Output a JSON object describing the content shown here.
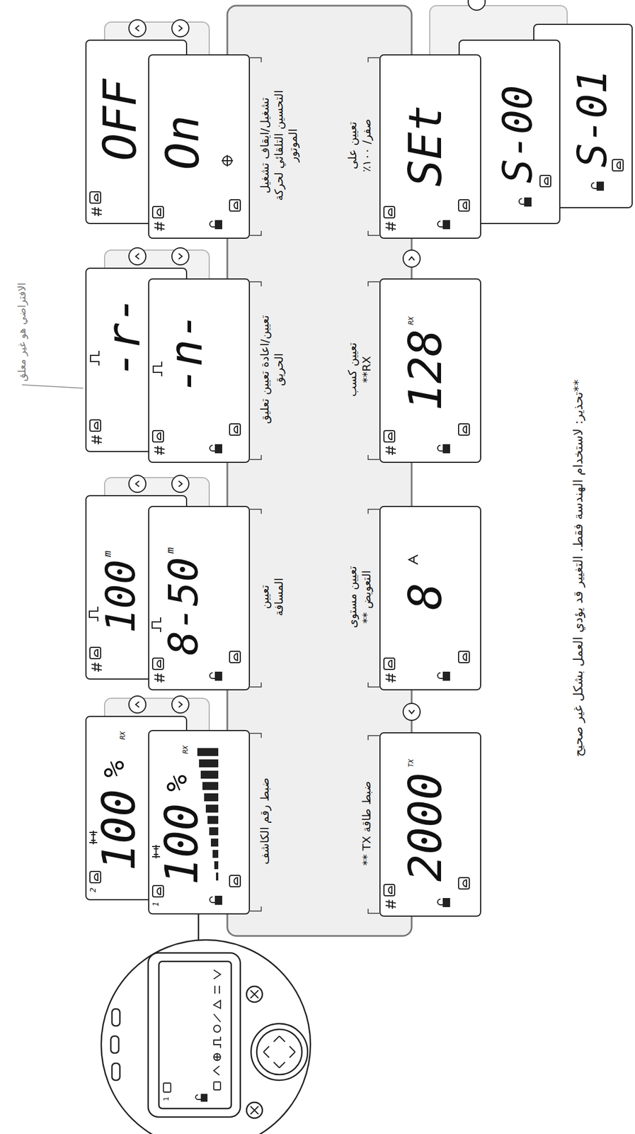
{
  "diagram": {
    "nodes": [
      {
        "text": [
          "ضبط رقم الكاشف",
          "1",
          "100",
          "%",
          "RX"
        ]
      },
      {
        "text": [
          "2",
          "100",
          "%",
          "RX"
        ]
      },
      {
        "text": [
          "تعيين المسافة",
          "8-50",
          "m"
        ]
      },
      {
        "text": [
          "100",
          "m"
        ]
      },
      {
        "text": [
          "تعيين/اعادة تعيين تعليق الحريق",
          "-n-"
        ]
      },
      {
        "text": [
          "-r-"
        ]
      },
      {
        "text": [
          "تشغيل/ايقاف تشغيل التحسين التلقائي لحركة الموتور",
          "On"
        ]
      },
      {
        "text": [
          "OFF"
        ]
      },
      {
        "text": [
          "ضبط طاقة TX **",
          "2000",
          "TX"
        ]
      },
      {
        "text": [
          "تعيين مستوى التعويض **",
          "8"
        ]
      },
      {
        "text": [
          "تعيين كسب RX**",
          "128",
          "RX"
        ]
      },
      {
        "text": [
          "تعيين على صفر/ ١٠٠٪",
          "SEt"
        ]
      },
      {
        "text": [
          "S-00"
        ]
      },
      {
        "text": [
          "S-01"
        ]
      }
    ],
    "labels": [
      "الافتراضي هو غير معلق",
      "**تحذير: لاستخدام الهندسة فقط. التغيير قد يؤدي العمل بشكل غير صحيح",
      "1"
    ]
  }
}
